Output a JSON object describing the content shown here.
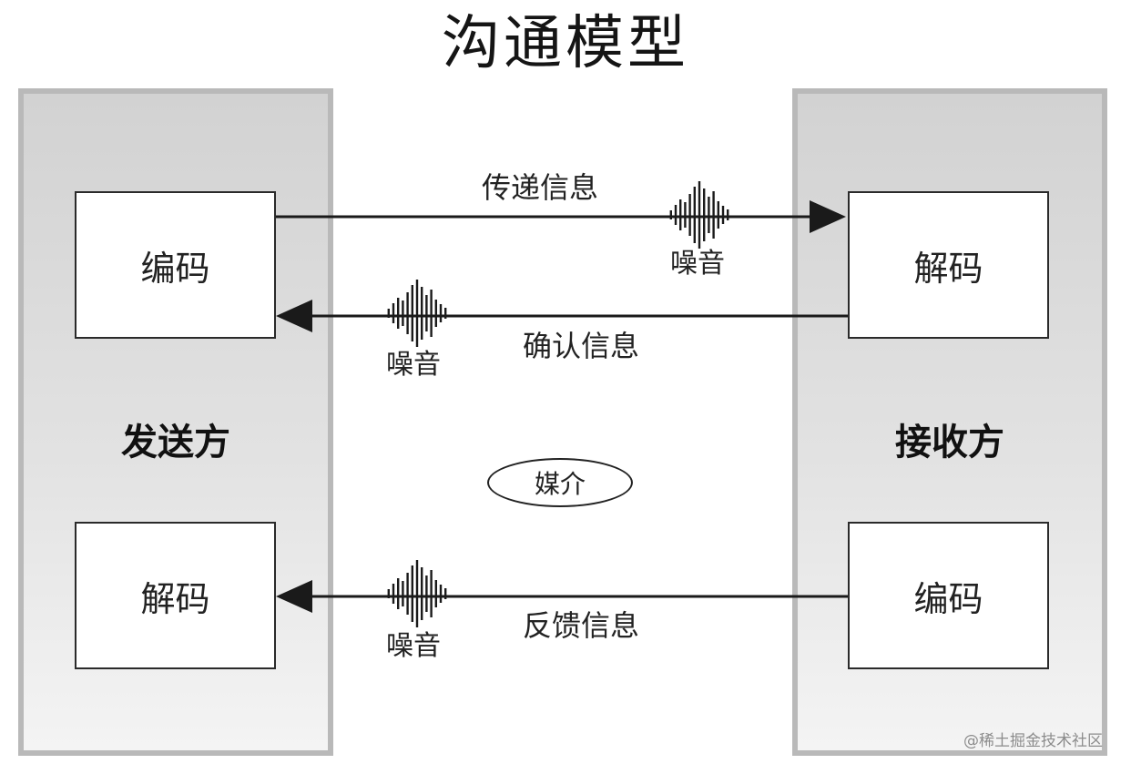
{
  "title": "沟通模型",
  "sender": {
    "label": "发送方",
    "top_box": "编码",
    "bottom_box": "解码"
  },
  "receiver": {
    "label": "接收方",
    "top_box": "解码",
    "bottom_box": "编码"
  },
  "arrows": {
    "transmit": "传递信息",
    "confirm": "确认信息",
    "feedback": "反馈信息"
  },
  "noise_label": "噪音",
  "medium": "媒介",
  "watermark": "@稀土掘金技术社区",
  "colors": {
    "panel_border": "#b9b9b9",
    "panel_fill_top": "#d2d2d2",
    "panel_fill_bottom": "#f4f4f4",
    "line": "#1a1a1a"
  }
}
